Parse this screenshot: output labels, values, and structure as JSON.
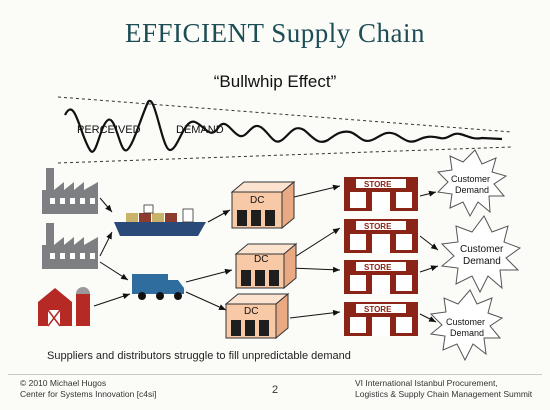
{
  "slide": {
    "title": "EFFICIENT Supply Chain",
    "subtitle": "“Bullwhip Effect”",
    "curve_labels": {
      "perceived": "PERCEIVED",
      "demand": "DEMAND"
    },
    "dc_label": "DC",
    "store_label": "STORE",
    "customer_label_line1": "Customer",
    "customer_label_line2": "Demand",
    "caption": "Suppliers and distributors struggle to fill unpredictable demand",
    "page_number": "2",
    "footer_left": {
      "line1": "© 2010 Michael Hugos",
      "line2": "Center for Systems Innovation [c4si]"
    },
    "footer_right": {
      "line1": "VI International Istanbul Procurement,",
      "line2": "Logistics & Supply Chain Management Summit"
    }
  },
  "colors": {
    "title": "#1d4e56",
    "store_brick": "#8a2417",
    "dc_box": "#f8c9a7",
    "factory_gray": "#7d7f82",
    "ship_hull": "#2a4b7a",
    "truck_blue": "#2f6d9e",
    "barn_red": "#b52a25"
  }
}
